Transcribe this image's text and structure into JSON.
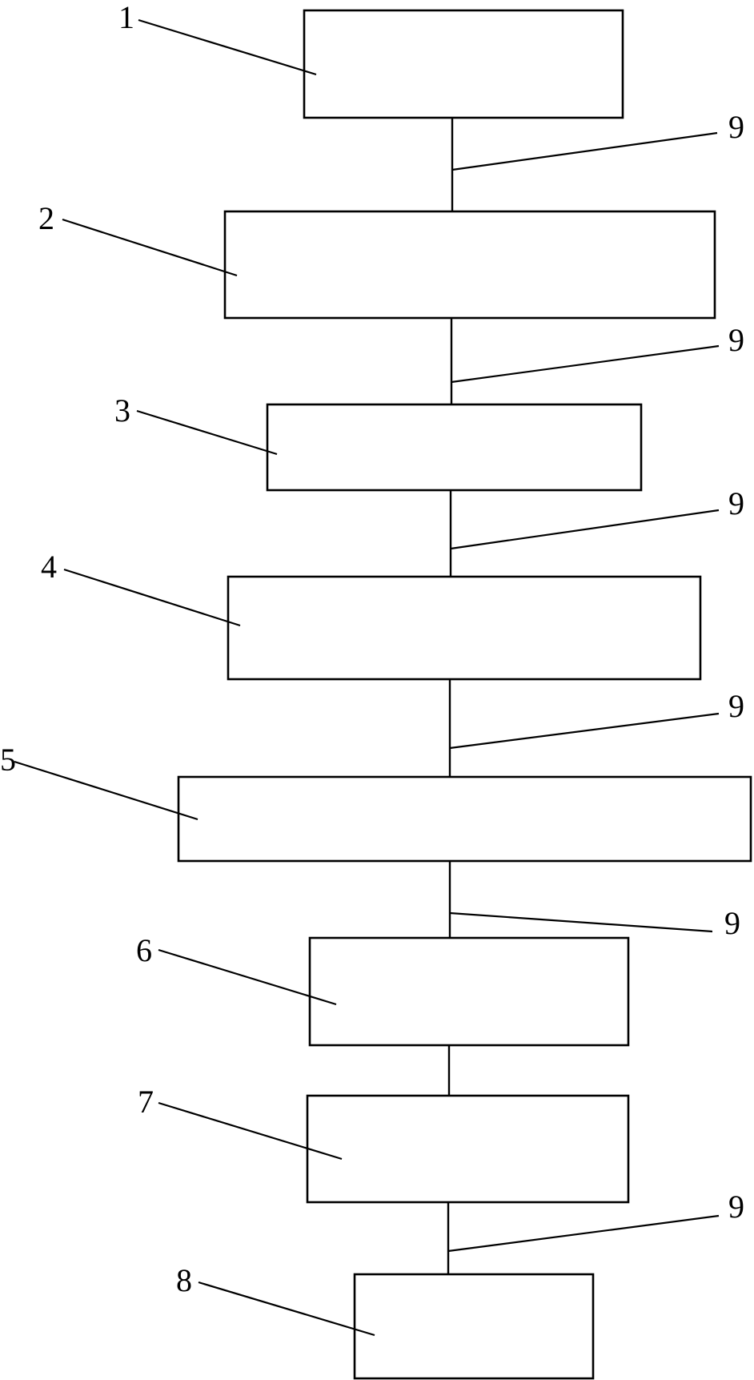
{
  "blocks": [
    {
      "label": "1"
    },
    {
      "label": "2"
    },
    {
      "label": "3"
    },
    {
      "label": "4"
    },
    {
      "label": "5"
    },
    {
      "label": "6"
    },
    {
      "label": "7"
    },
    {
      "label": "8"
    }
  ],
  "connector_label": "9"
}
